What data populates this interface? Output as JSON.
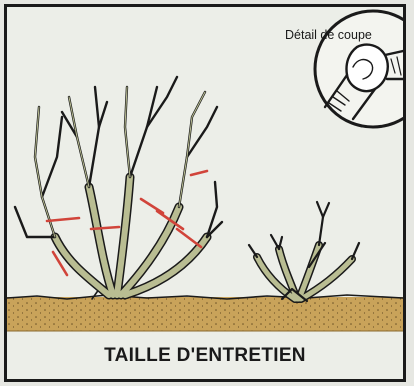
{
  "caption": "TAILLE D'ENTRETIEN",
  "inset": {
    "label": "Détail de coupe"
  },
  "colors": {
    "background": "#eceee8",
    "frame": "#1a1a1a",
    "ground": "#c9a35a",
    "stem": "#b9bd92",
    "cut_mark": "#d1443a"
  },
  "illustration": {
    "left_shrub": "pruned shrub showing red cut marks",
    "right_shrub": "shrub after pruning"
  }
}
